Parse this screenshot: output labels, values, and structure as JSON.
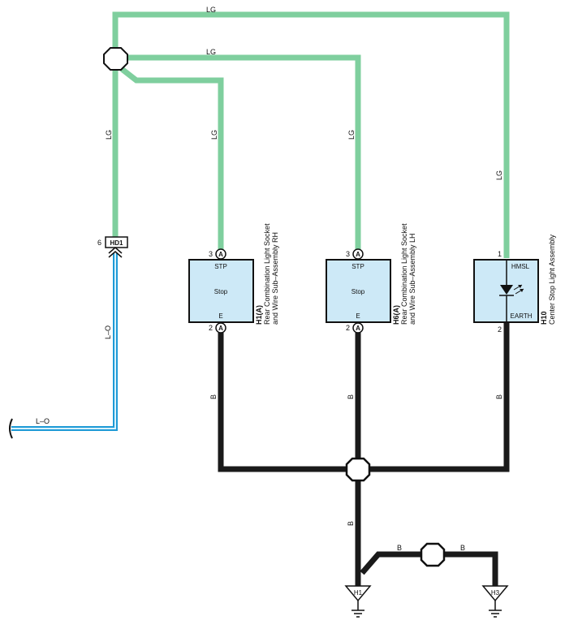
{
  "wires": {
    "lg": "LG",
    "lo": "L–O",
    "b": "B"
  },
  "connector_hd1": {
    "pin": "6",
    "label": "HD1"
  },
  "components": [
    {
      "id": "H1(A)",
      "top_pin": "3",
      "bottom_pin": "2",
      "connector": "A",
      "top_term": "STP",
      "middle": "Stop",
      "bottom_term": "E",
      "desc1": "Rear Combination Light Socket",
      "desc2": "and Wire Sub–Assembly RH"
    },
    {
      "id": "H6(A)",
      "top_pin": "3",
      "bottom_pin": "2",
      "connector": "A",
      "top_term": "STP",
      "middle": "Stop",
      "bottom_term": "E",
      "desc1": "Rear Combination Light Socket",
      "desc2": "and Wire Sub–Assembly LH"
    },
    {
      "id": "H10",
      "top_pin": "1",
      "bottom_pin": "2",
      "top_term": "HMSL",
      "bottom_term": "EARTH",
      "desc1": "Center Stop Light Assembly"
    }
  ],
  "grounds": [
    "H1",
    "H3"
  ],
  "colors": {
    "lg_wire": "#7fcf9e",
    "lo_wire_outer": "#1e9ad6",
    "lo_wire_inner": "#d8f2ff",
    "b_wire": "#1a1a1a",
    "component_fill": "#cde9f7"
  }
}
